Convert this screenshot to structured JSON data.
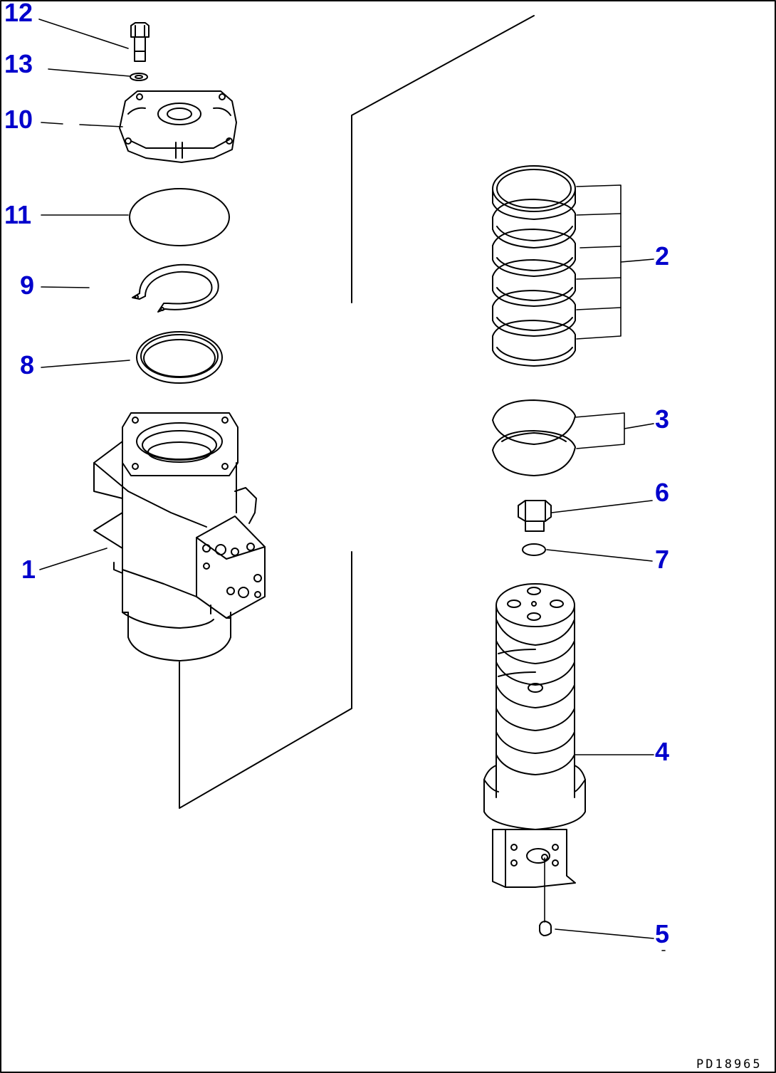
{
  "labels": {
    "l12": "12",
    "l13": "13",
    "l10": "10",
    "l11": "11",
    "l9": "9",
    "l8": "8",
    "l1": "1",
    "l2": "2",
    "l3": "3",
    "l6": "6",
    "l7": "7",
    "l4": "4",
    "l5": "5"
  },
  "drawing_code": "PD18965",
  "colors": {
    "label": "#0000cc",
    "line": "#000000",
    "background": "#ffffff"
  }
}
